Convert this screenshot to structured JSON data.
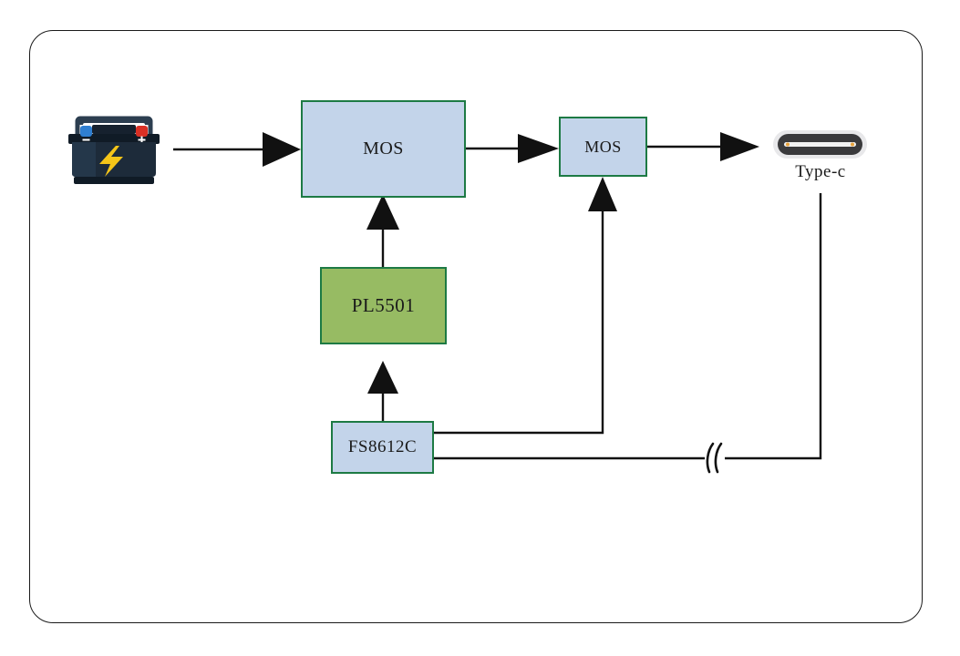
{
  "diagram": {
    "title": "Battery charging path block diagram",
    "frame": {
      "name": "outer-rounded-frame"
    },
    "blocks": [
      {
        "id": "mos1",
        "label": "MOS",
        "fill": "#c3d4ea",
        "stroke": "#1d7a44"
      },
      {
        "id": "mos2",
        "label": "MOS",
        "fill": "#c3d4ea",
        "stroke": "#1d7a44"
      },
      {
        "id": "pl5501",
        "label": "PL5501",
        "fill": "#97bb63",
        "stroke": "#1d7a44"
      },
      {
        "id": "fs8612c",
        "label": "FS8612C",
        "fill": "#c3d4ea",
        "stroke": "#1d7a44"
      }
    ],
    "icons": {
      "battery": {
        "name": "battery-icon",
        "body_color": "#1d2b3a",
        "bolt_color": "#f5c518",
        "positive_terminal": "#d93025",
        "negative_terminal": "#2f7fd1"
      },
      "typec": {
        "name": "usb-type-c-connector-icon",
        "shell_color": "#3a3a3c",
        "ring_color": "#e3e3e5",
        "pin_color": "#e8a33d"
      }
    },
    "labels": {
      "typec": "Type-c"
    },
    "wire_break_symbol": "JJ",
    "line_color": "#111111"
  }
}
